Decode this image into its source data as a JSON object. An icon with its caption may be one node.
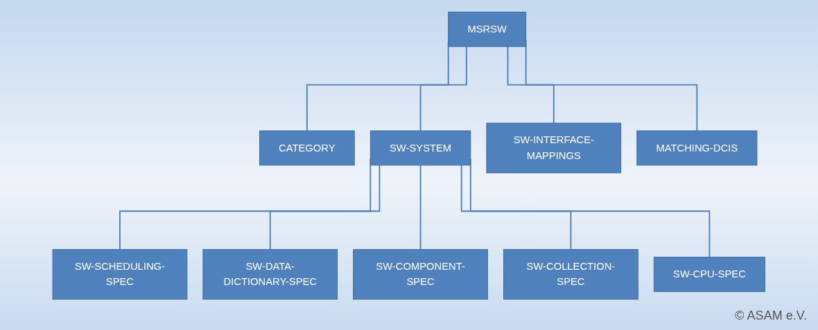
{
  "diagram": {
    "nodes": [
      {
        "text": [
          "MSRSW"
        ]
      },
      {
        "text": [
          "CATEGORY"
        ]
      },
      {
        "text": [
          "SW-SYSTEM"
        ]
      },
      {
        "text": [
          "SW-INTERFACE-MAPPINGS"
        ]
      },
      {
        "text": [
          "MATCHING-DCIS"
        ]
      },
      {
        "text": [
          "SW-SCHEDULING-SPEC"
        ]
      },
      {
        "text": [
          "SW-DATA-DICTIONARY-SPEC"
        ]
      },
      {
        "text": [
          "SW-COMPONENT-SPEC"
        ]
      },
      {
        "text": [
          "SW-COLLECTION-SPEC"
        ]
      },
      {
        "text": [
          "SW-CPU-SPEC"
        ]
      }
    ],
    "edges": [
      {
        "from": 0,
        "to": 1,
        "arrow": "none"
      },
      {
        "from": 0,
        "to": 2,
        "arrow": "none"
      },
      {
        "from": 0,
        "to": 3,
        "arrow": "none"
      },
      {
        "from": 0,
        "to": 4,
        "arrow": "none"
      },
      {
        "from": 2,
        "to": 5,
        "arrow": "none"
      },
      {
        "from": 2,
        "to": 6,
        "arrow": "none"
      },
      {
        "from": 2,
        "to": 7,
        "arrow": "none"
      },
      {
        "from": 2,
        "to": 8,
        "arrow": "none"
      },
      {
        "from": 2,
        "to": 9,
        "arrow": "none"
      }
    ],
    "labels": [
      "© ASAM e.V."
    ]
  }
}
